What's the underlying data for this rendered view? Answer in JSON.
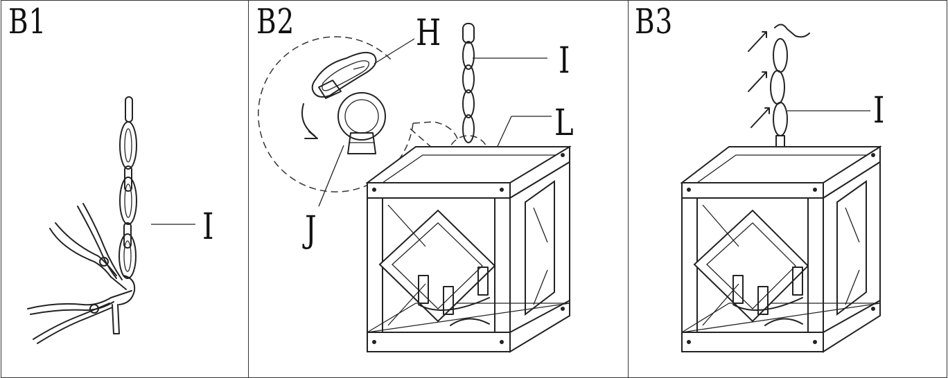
{
  "steps": [
    {
      "id": "B1",
      "label": "B1",
      "callouts": [
        "I"
      ]
    },
    {
      "id": "B2",
      "label": "B2",
      "callouts": [
        "H",
        "I",
        "L",
        "J"
      ]
    },
    {
      "id": "B3",
      "label": "B3",
      "callouts": [
        "I"
      ]
    }
  ],
  "icons": [
    "pliers-icon",
    "chain-icon",
    "lantern-frame-icon",
    "quick-link-icon",
    "ring-loop-icon",
    "rotate-arrow-icon",
    "up-arrow-icon"
  ]
}
